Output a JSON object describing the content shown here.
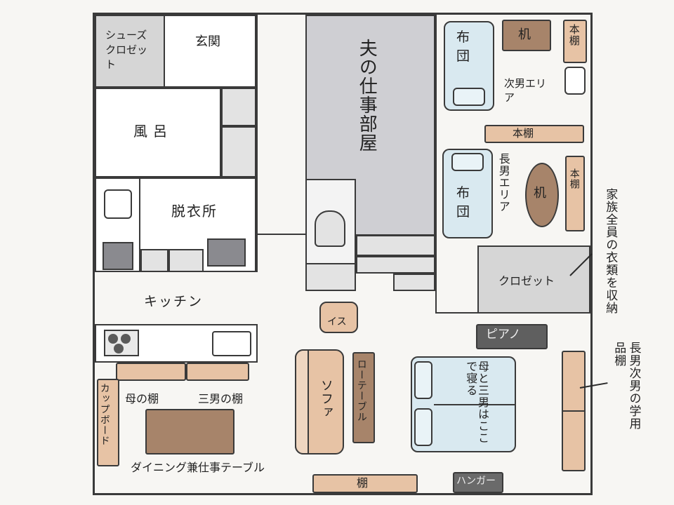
{
  "rooms": {
    "shoe_closet": "シューズクロゼット",
    "entrance": "玄関",
    "bath": "風呂",
    "changing_room": "脱衣所",
    "kitchen": "キッチン",
    "husband_office": "夫の仕事部屋",
    "second_son_area": "次男エリア",
    "eldest_son_area": "長男エリア",
    "closet": "クロゼット"
  },
  "furniture": {
    "futon_1": "布団",
    "futon_2": "布団",
    "desk_1": "机",
    "desk_2": "机",
    "bookshelf_small_1": "本棚",
    "bookshelf_wide": "本棚",
    "bookshelf_small_2": "本棚",
    "chair": "イス",
    "piano": "ピアノ",
    "sofa": "ソファ",
    "low_table": "ローテーブル",
    "mother_sleep": "母と三男はここで寝る",
    "shelf": "棚",
    "hanger": "ハンガー",
    "cupboard": "カップボード"
  },
  "annotations": {
    "family_clothes": "家族全員の衣類を収納",
    "school_supplies_shelf": "長男次男の学用品棚",
    "mothers_shelf": "母の棚",
    "third_son_shelf": "三男の棚",
    "dining_table": "ダイニング兼仕事テーブル"
  },
  "colors": {
    "wall": "#3a3a3a",
    "futon": "#d9e9f0",
    "light_wood": "#e7c3a5",
    "dark_wood": "#a7846a",
    "gray_room": "#d6d6d6"
  }
}
